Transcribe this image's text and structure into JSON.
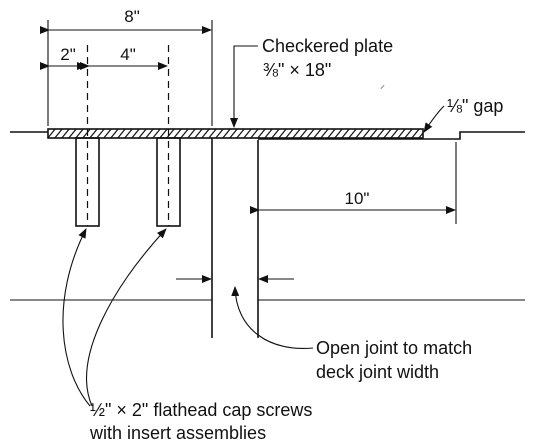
{
  "dimensions": {
    "overall_width": "8\"",
    "screw_edge": "2\"",
    "screw_spacing": "4\"",
    "overhang": "10\""
  },
  "labels": {
    "plate_line1": "Checkered plate",
    "plate_line2": "⅜\" × 18\"",
    "gap": "⅛\" gap",
    "joint_line1": "Open joint to match",
    "joint_line2": "deck joint width",
    "screws_line1": "½\" × 2\" flathead cap screws",
    "screws_line2": "with insert assemblies"
  }
}
